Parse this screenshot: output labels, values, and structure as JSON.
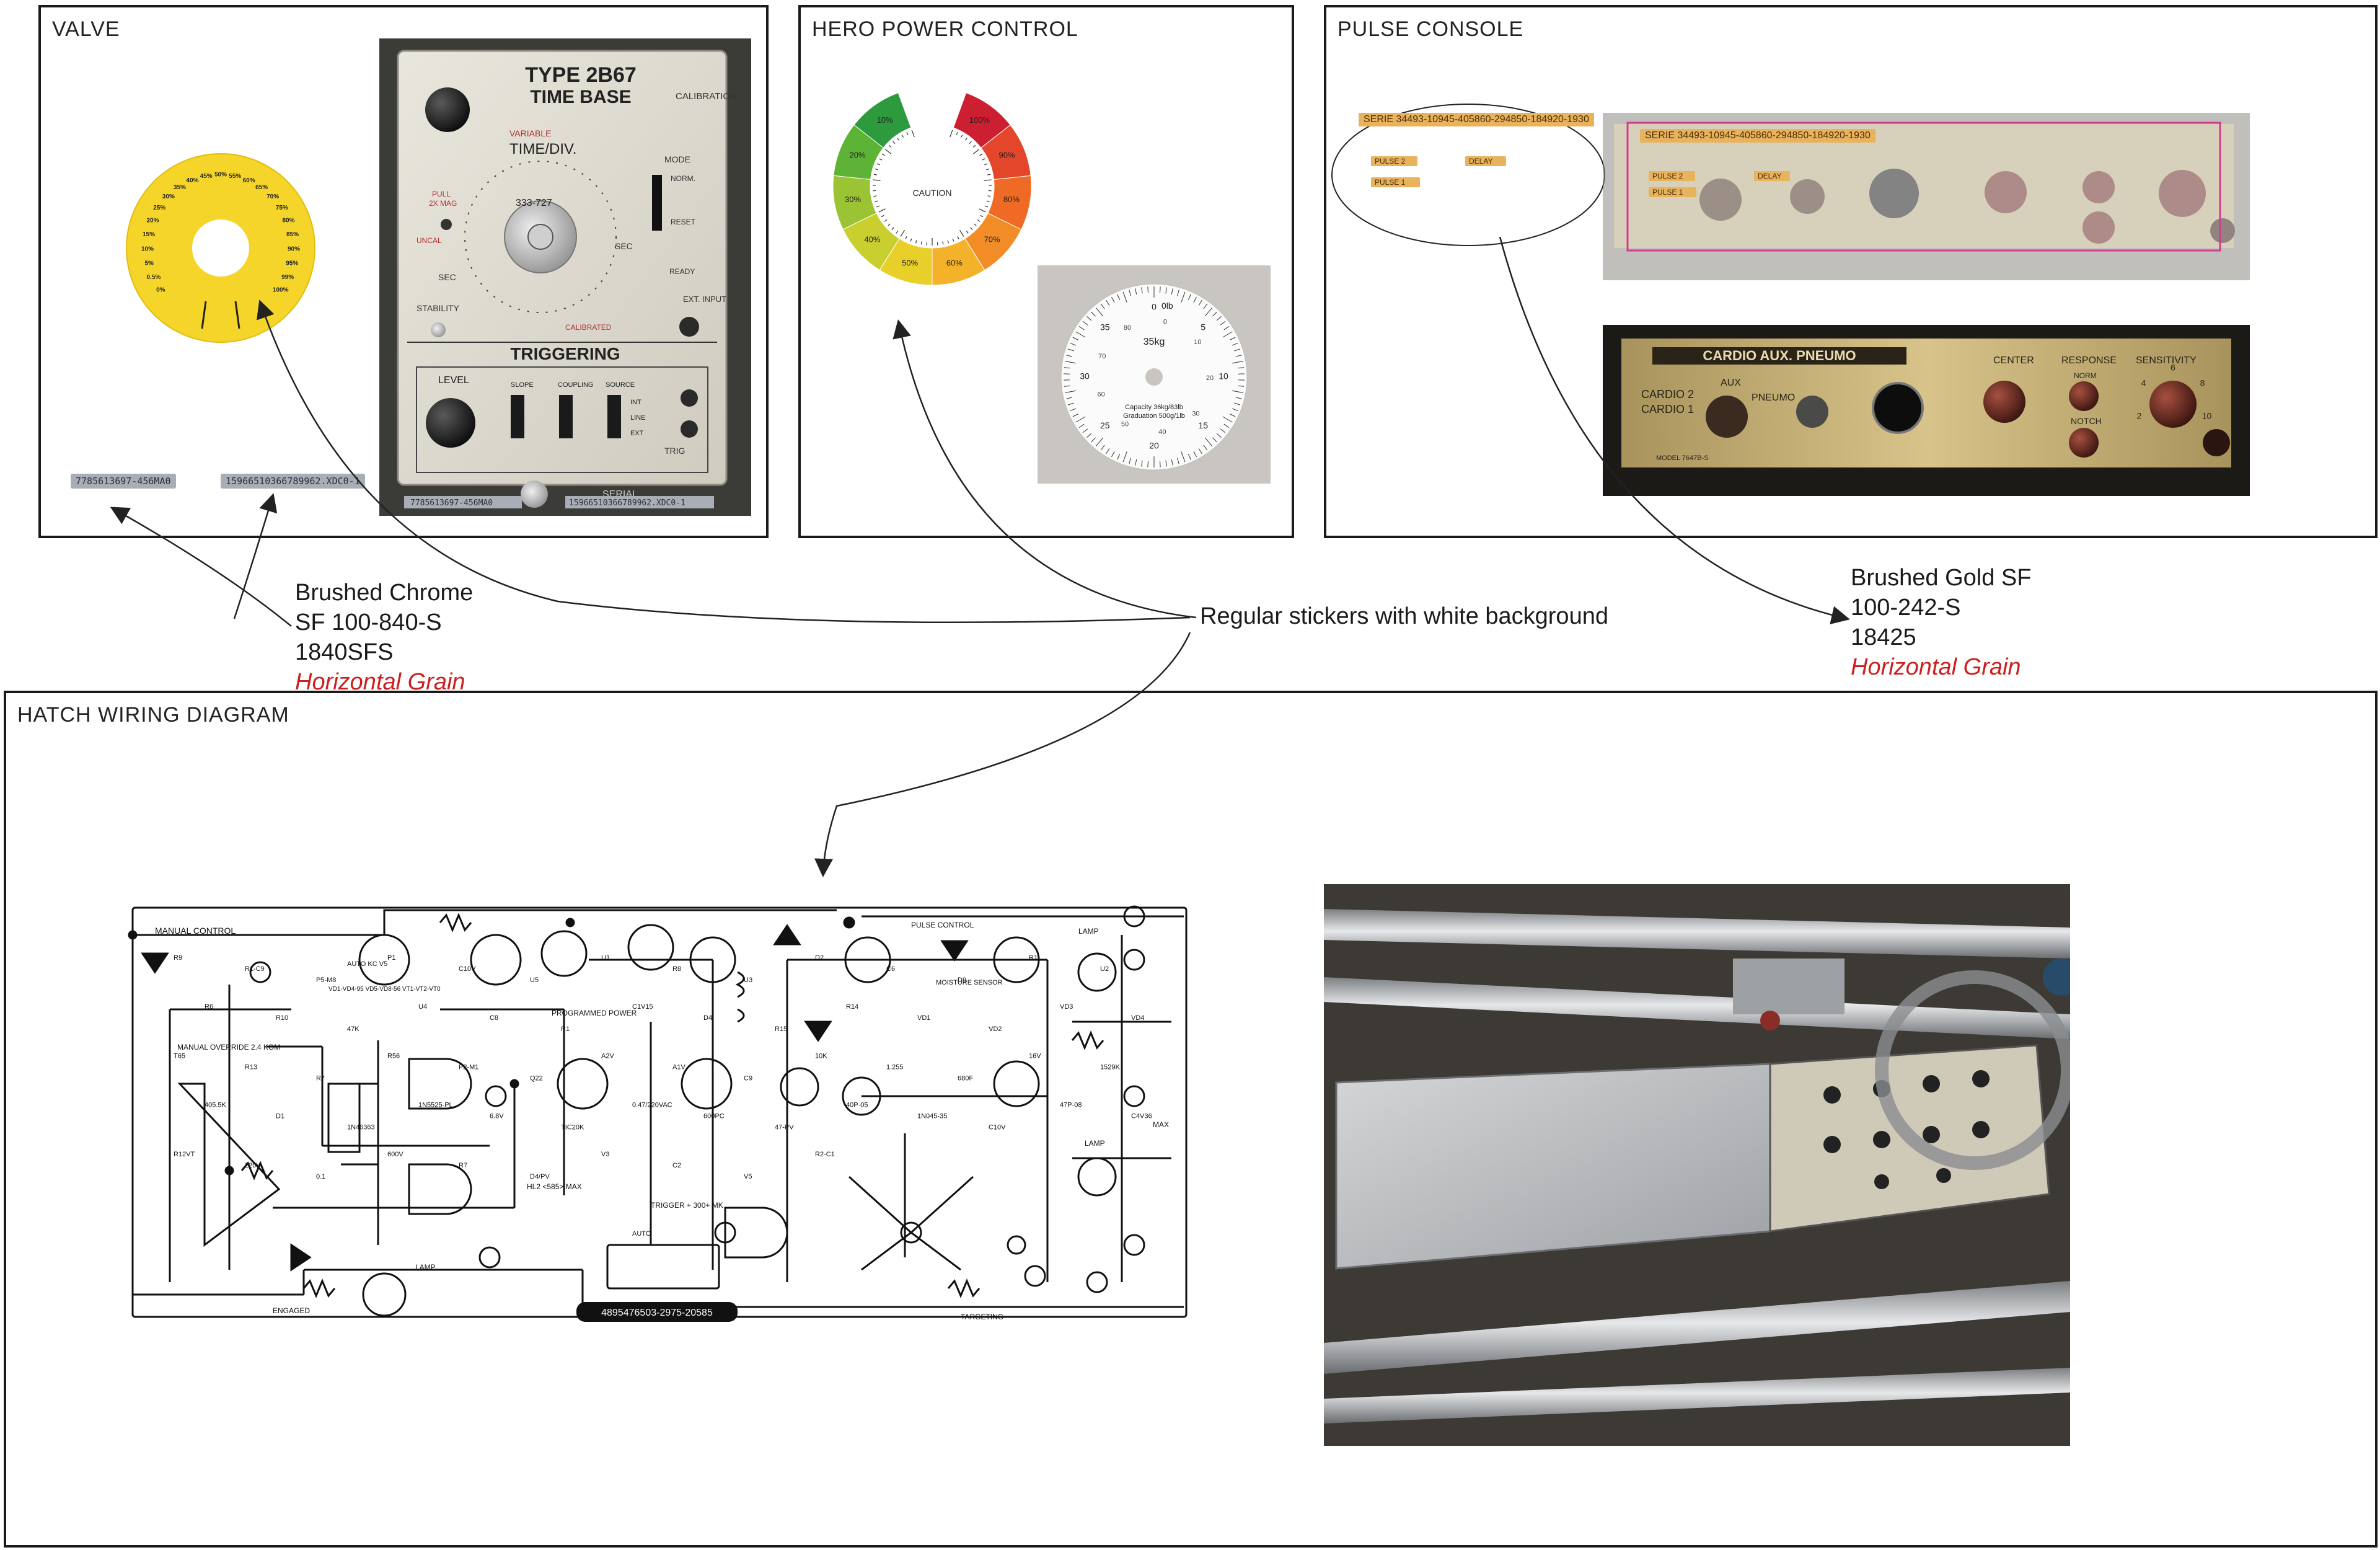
{
  "panels": {
    "valve": {
      "title": "VALVE"
    },
    "hero": {
      "title": "HERO POWER CONTROL"
    },
    "pulse": {
      "title": "PULSE CONSOLE"
    },
    "hatch": {
      "title": "HATCH WIRING DIAGRAM"
    }
  },
  "captions": {
    "chrome": {
      "line1": "Brushed Chrome",
      "line2": "SF 100-840-S",
      "line3": "1840SFS",
      "grain": "Horizontal Grain"
    },
    "gold": {
      "line1": "Brushed Gold SF",
      "line2": "100-242-S",
      "line3": "18425",
      "grain": "Horizontal Grain"
    },
    "stickers": "Regular stickers with white background"
  },
  "valve": {
    "dial_ticks": [
      "0%",
      "0.5%",
      "5%",
      "10%",
      "15%",
      "20%",
      "25%",
      "30%",
      "35%",
      "40%",
      "45%",
      "50%",
      "55%",
      "60%",
      "65%",
      "70%",
      "75%",
      "80%",
      "85%",
      "90%",
      "95%",
      "99%",
      "100%"
    ],
    "chip_left": "7785613697-456MA0",
    "chip_right": "15966510366789962.XDC0-1",
    "device": {
      "type": "TYPE 2B67",
      "name": "TIME BASE",
      "calibration": "CALIBRATION",
      "variable": "VARIABLE",
      "timediv": "TIME/DIV.",
      "model": "333-727",
      "mode": "MODE",
      "norm": "NORM.",
      "reset": "RESET",
      "ready": "READY",
      "ext_input": "EXT. INPUT",
      "stability": "STABILITY",
      "uncal": "UNCAL",
      "calibrated": "CALIBRATED",
      "sec_left": "SEC",
      "sec_right": "SEC",
      "triggering": "TRIGGERING",
      "level": "LEVEL",
      "slope": "SLOPE",
      "coupling": "COUPLING",
      "source": "SOURCE",
      "line": "LINE",
      "int": "INT",
      "ext": "EXT",
      "trig": "TRIG",
      "serial": "SERIAL",
      "chip_left": "7785613697-456MA0",
      "chip_right": "15966510366789962.XDC0-1"
    }
  },
  "hero": {
    "gauge_labels": [
      "10%",
      "20%",
      "30%",
      "40%",
      "50%",
      "60%",
      "70%",
      "80%",
      "90%",
      "100%"
    ],
    "gauge_center": "CAUTION",
    "gauge_colors": [
      "#2e9a3e",
      "#5cb335",
      "#9bc435",
      "#c8cf2f",
      "#e9cf2a",
      "#f4b22b",
      "#f28c26",
      "#ee6a25",
      "#e3462a",
      "#cc1f32"
    ],
    "scale_center": "35kg",
    "scale_top": "0lb",
    "scale_caption1": "Capacity 36kg/83lb",
    "scale_caption2": "Graduation 500g/1lb",
    "scale_kg": [
      "0",
      "5",
      "10",
      "15",
      "20",
      "25",
      "30",
      "35"
    ],
    "scale_lb": [
      "0",
      "10",
      "20",
      "30",
      "40",
      "50",
      "60",
      "70",
      "80"
    ]
  },
  "pulse": {
    "serie": "SERIE 34493-10945-405860-294850-184920-1930",
    "chips": {
      "pulse2": "PULSE 2",
      "pulse1": "PULSE 1",
      "delay": "DELAY"
    },
    "device": {
      "header": "CARDIO AUX. PNEUMO",
      "cardio2": "CARDIO 2",
      "cardio1": "CARDIO 1",
      "aux": "AUX",
      "pneumo": "PNEUMO",
      "center": "CENTER",
      "response": "RESPONSE",
      "norm": "NORM",
      "notch": "NOTCH",
      "sensitivity": "SENSITIVITY",
      "model": "MODEL 7647B-S",
      "sens_ticks": [
        "2",
        "4",
        "6",
        "8",
        "10"
      ]
    }
  },
  "wiring": {
    "manual_control": "MANUAL CONTROL",
    "manual_override": "MANUAL OVERRIDE 2.4 KOM",
    "programmed_power": "PROGRAMMED POWER",
    "pulse_control": "PULSE CONTROL",
    "moisture_sensor": "MOISTURE SENSOR",
    "lamp": "LAMP",
    "engaged": "ENGAGED",
    "targeting": "TARGETING",
    "trigger": "TRIGGER + 300+ MK",
    "hl2": "HL2 <585> MAX",
    "auto_kc": "AUTO KC V5",
    "vd_text": "VD1-VD4-95 VD5-VD8-56 VT1-VT2-VT0",
    "auto": "AUTO",
    "max": "MAX",
    "serial_bar": "4895476503-2975-20585",
    "components": [
      "R9",
      "R1-C9",
      "P5-M8",
      "P1",
      "C10V",
      "U5",
      "U1",
      "R8",
      "U3",
      "D2",
      "C6",
      "D9",
      "R11",
      "U2",
      "R6",
      "R10",
      "47K",
      "U4",
      "C8",
      "R1",
      "C1V15",
      "D4",
      "R15",
      "R14",
      "VD1",
      "VD2",
      "VD3",
      "VD4",
      "T65",
      "R13",
      "R7",
      "R56",
      "P2-M1",
      "Q22",
      "A2V",
      "A1V",
      "C9",
      "10K",
      "1.255",
      "680F",
      "16V",
      "1529K",
      "405.5K",
      "D1",
      "1N46363",
      "1N5525-PL",
      "6.8V",
      "TIC20K",
      "0.47/220VAC",
      "600PC",
      "47-PV",
      "40P-05",
      "1N045-35",
      "C10V",
      "47P-08",
      "C4V36",
      "R12VT",
      "220V",
      "0.1",
      "600V",
      "R7",
      "D4/PV",
      "V3",
      "C2",
      "V5",
      "R2-C1"
    ]
  }
}
